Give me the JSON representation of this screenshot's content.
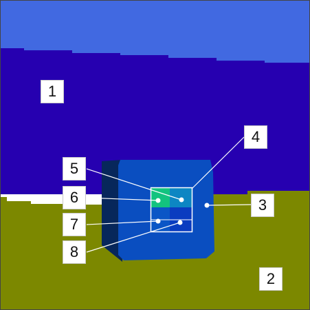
{
  "colors": {
    "sky": "#4169e1",
    "water": "#2600b0",
    "ground": "#7c8800",
    "box_side": "#07275b",
    "box_body": "#0a4ec0",
    "cell_green": "#13c37f",
    "cell_teal": "#0d86c3",
    "cell_blue_a": "#0a56c6",
    "cell_blue_b": "#0a3cc0",
    "leader": "#ffffff"
  },
  "labels": [
    {
      "id": "1",
      "text": "1"
    },
    {
      "id": "2",
      "text": "2"
    },
    {
      "id": "3",
      "text": "3"
    },
    {
      "id": "4",
      "text": "4"
    },
    {
      "id": "5",
      "text": "5"
    },
    {
      "id": "6",
      "text": "6"
    },
    {
      "id": "7",
      "text": "7"
    },
    {
      "id": "8",
      "text": "8"
    }
  ]
}
